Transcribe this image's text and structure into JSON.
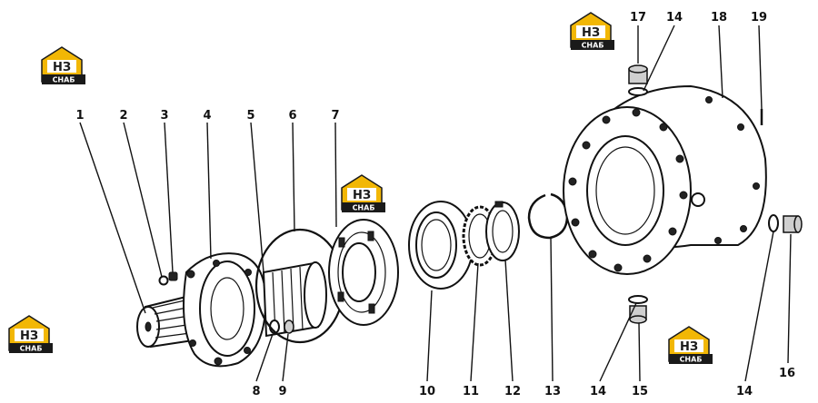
{
  "callouts": [
    {
      "id": "1",
      "label": "1"
    },
    {
      "id": "2",
      "label": "2"
    },
    {
      "id": "3",
      "label": "3"
    },
    {
      "id": "4",
      "label": "4"
    },
    {
      "id": "5",
      "label": "5"
    },
    {
      "id": "6",
      "label": "6"
    },
    {
      "id": "7",
      "label": "7"
    },
    {
      "id": "8",
      "label": "8"
    },
    {
      "id": "9",
      "label": "9"
    },
    {
      "id": "10",
      "label": "10"
    },
    {
      "id": "11",
      "label": "11"
    },
    {
      "id": "12",
      "label": "12"
    },
    {
      "id": "13",
      "label": "13"
    },
    {
      "id": "14a",
      "label": "14"
    },
    {
      "id": "15",
      "label": "15"
    },
    {
      "id": "14b",
      "label": "14"
    },
    {
      "id": "16",
      "label": "16"
    },
    {
      "id": "17",
      "label": "17"
    },
    {
      "id": "14c",
      "label": "14"
    },
    {
      "id": "18",
      "label": "18"
    },
    {
      "id": "19",
      "label": "19"
    }
  ],
  "watermark": {
    "main": "НЗ",
    "sub": "СНАБ",
    "colors": {
      "roof": "#f2b705",
      "body": "#f2b705",
      "band": "#1a1a1a"
    }
  }
}
